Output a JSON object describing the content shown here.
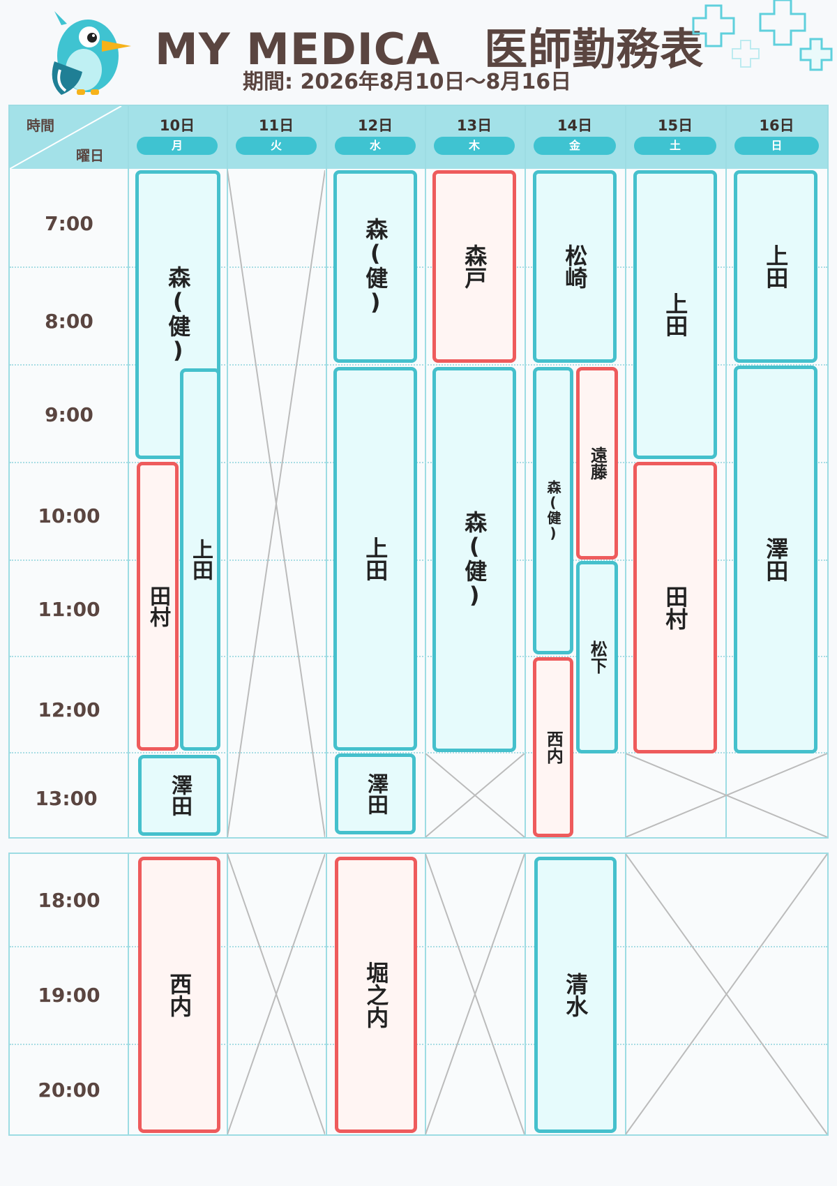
{
  "header": {
    "title": "MY MEDICA　医師勤務表",
    "period": "期間: 2026年8月10日〜8月16日"
  },
  "corner": {
    "time_label": "時間",
    "day_label": "曜日"
  },
  "days": [
    {
      "date": "10日",
      "weekday": "月"
    },
    {
      "date": "11日",
      "weekday": "火"
    },
    {
      "date": "12日",
      "weekday": "水"
    },
    {
      "date": "13日",
      "weekday": "木"
    },
    {
      "date": "14日",
      "weekday": "金"
    },
    {
      "date": "15日",
      "weekday": "土"
    },
    {
      "date": "16日",
      "weekday": "日"
    }
  ],
  "times_morning": [
    "7:00",
    "8:00",
    "9:00",
    "10:00",
    "11:00",
    "12:00",
    "13:00"
  ],
  "times_evening": [
    "18:00",
    "19:00",
    "20:00"
  ],
  "shifts": [
    {
      "day": "10日",
      "name": "森(健)",
      "color": "blue"
    },
    {
      "day": "10日",
      "name": "上田",
      "color": "blue"
    },
    {
      "day": "10日",
      "name": "田村",
      "color": "red"
    },
    {
      "day": "10日",
      "name": "澤田",
      "color": "blue"
    },
    {
      "day": "10日",
      "name": "西内",
      "color": "red"
    },
    {
      "day": "12日",
      "name": "森(健)",
      "color": "blue"
    },
    {
      "day": "12日",
      "name": "上田",
      "color": "blue"
    },
    {
      "day": "12日",
      "name": "澤田",
      "color": "blue"
    },
    {
      "day": "12日",
      "name": "堀之内",
      "color": "red"
    },
    {
      "day": "13日",
      "name": "森戸",
      "color": "red"
    },
    {
      "day": "13日",
      "name": "森(健)",
      "color": "blue"
    },
    {
      "day": "14日",
      "name": "松崎",
      "color": "blue"
    },
    {
      "day": "14日",
      "name": "森(健)",
      "color": "blue"
    },
    {
      "day": "14日",
      "name": "遠藤",
      "color": "red"
    },
    {
      "day": "14日",
      "name": "松下",
      "color": "blue"
    },
    {
      "day": "14日",
      "name": "西内",
      "color": "red"
    },
    {
      "day": "14日",
      "name": "清水",
      "color": "blue"
    },
    {
      "day": "15日",
      "name": "上田",
      "color": "blue"
    },
    {
      "day": "15日",
      "name": "田村",
      "color": "red"
    },
    {
      "day": "16日",
      "name": "上田",
      "color": "blue"
    },
    {
      "day": "16日",
      "name": "澤田",
      "color": "blue"
    }
  ],
  "colors": {
    "blue_border": "#45c0cc",
    "red_border": "#ee5b5c",
    "accent": "#3fc3d1"
  }
}
